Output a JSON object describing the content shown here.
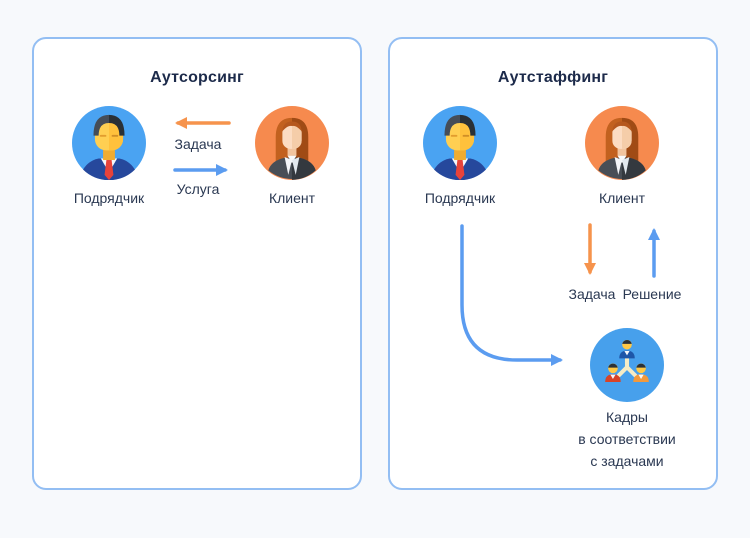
{
  "colors": {
    "page_bg": "#f7f9fc",
    "panel_bg": "#ffffff",
    "panel_border": "#93bef3",
    "title_text": "#1c2a4a",
    "label_text": "#2a3852",
    "arrow_orange": "#f6934c",
    "arrow_blue": "#5b9cf0",
    "avatar_blue_bg": "#4aa3f2",
    "avatar_orange_bg": "#f68a4e",
    "team_circle_bg": "#47a0ec"
  },
  "panels": [
    {
      "title": "Аутсорсинг",
      "contractor": {
        "label": "Подрядчик",
        "icon": "businessman-avatar"
      },
      "client": {
        "label": "Клиент",
        "icon": "businesswoman-avatar"
      },
      "arrows": {
        "task": {
          "label": "Задача",
          "direction": "left",
          "color": "orange"
        },
        "service": {
          "label": "Услуга",
          "direction": "right",
          "color": "blue"
        }
      }
    },
    {
      "title": "Аутстаффинг",
      "contractor": {
        "label": "Подрядчик",
        "icon": "businessman-avatar"
      },
      "client": {
        "label": "Клиент",
        "icon": "businesswoman-avatar"
      },
      "arrows": {
        "task": {
          "label": "Задача",
          "direction": "down",
          "color": "orange"
        },
        "solution": {
          "label": "Решение",
          "direction": "up",
          "color": "blue"
        },
        "staff": {
          "direction": "curved-right",
          "color": "blue"
        }
      },
      "team": {
        "icon": "team-avatar",
        "label_line1": "Кадры",
        "label_line2": "в соответствии",
        "label_line3": "с задачами"
      }
    }
  ]
}
